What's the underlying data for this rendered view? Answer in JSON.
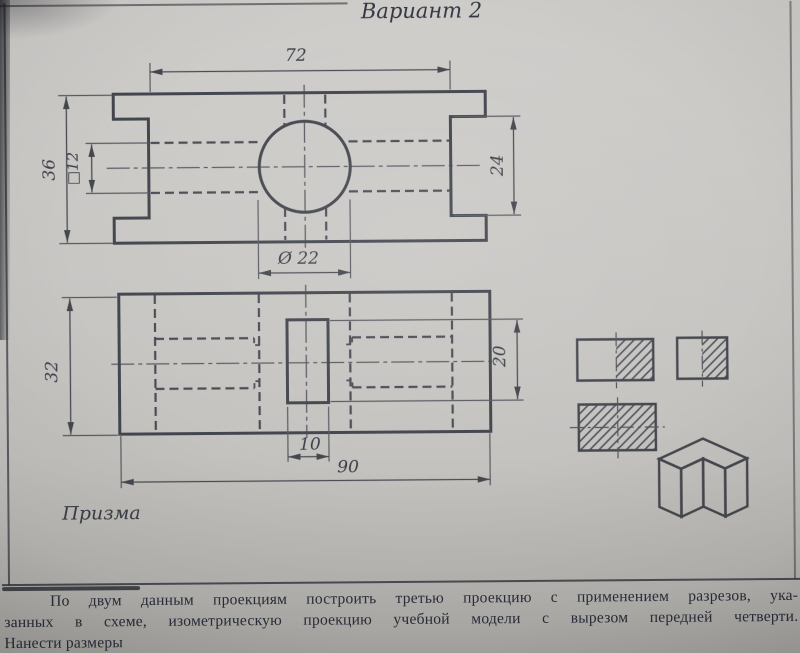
{
  "colors": {
    "paper": "#c8c6c3",
    "line": "#43464e",
    "text": "#2b2f3c"
  },
  "header": {
    "title": "Вариант 2"
  },
  "front_view": {
    "dim_width": "72",
    "dim_height": "36",
    "dim_square_hole": "□12",
    "dim_notch_height": "24",
    "dim_hole_diameter": "Ø 22"
  },
  "plan_view": {
    "dim_height": "32",
    "dim_slot_length": "20",
    "dim_slot_width": "10",
    "dim_width": "90"
  },
  "caption": "Призма",
  "instructions": {
    "lines": [
      "По двум данным проекциям построить третью проекцию с применением разрезов, ука-",
      "занных в схеме, изометрическую проекцию учебной модели с вырезом передней четверти.",
      "Нанести размеры"
    ]
  }
}
